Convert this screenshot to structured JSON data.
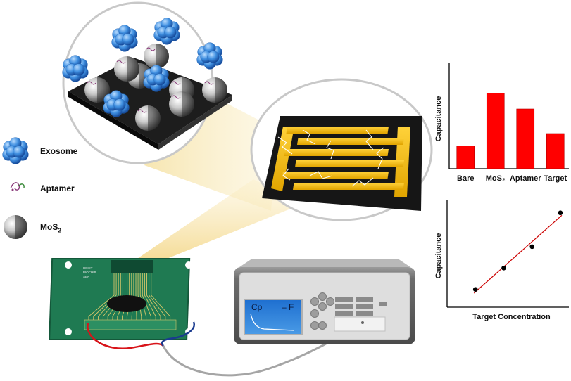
{
  "legend": {
    "exosome": "Exosome",
    "aptamer": "Aptamer",
    "mos2": "MoS",
    "mos2_sub": "2"
  },
  "analyzer_screen": {
    "left_label": "Cp",
    "right_label": "– F"
  },
  "pcb_label": [
    "UNIST",
    "BIOCHIP",
    "SEN"
  ],
  "chart_data": [
    {
      "type": "bar",
      "categories": [
        "Bare",
        "MoS₂",
        "Aptamer",
        "Target"
      ],
      "values": [
        1.3,
        4.3,
        3.4,
        2.0
      ],
      "ylabel": "Capacitance",
      "xlabel": "",
      "ylim": [
        0,
        6
      ],
      "colors": [
        "#ff0000"
      ]
    },
    {
      "type": "scatter",
      "x": [
        1,
        2,
        3,
        4
      ],
      "y": [
        1.0,
        2.2,
        3.4,
        5.3
      ],
      "trendline": true,
      "xlabel": "Target Concentration",
      "ylabel": "Capacitance",
      "xlim": [
        0,
        4.3
      ],
      "ylim": [
        0,
        6
      ],
      "point_color": "#000000",
      "line_color": "#cc0000"
    }
  ]
}
